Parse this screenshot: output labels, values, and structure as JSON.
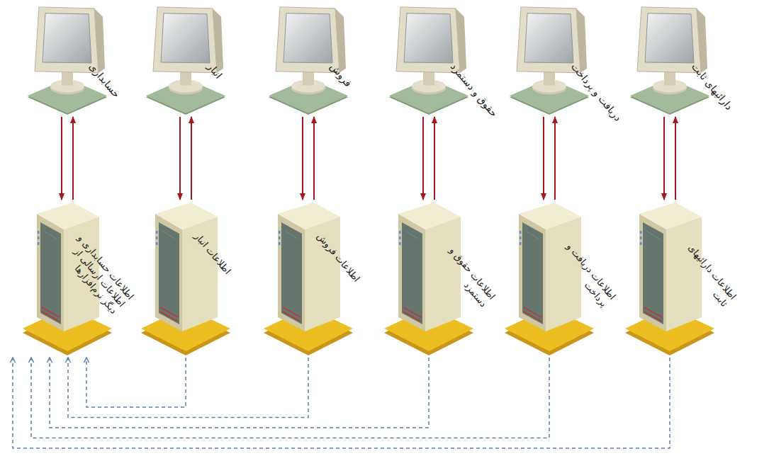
{
  "diagram": {
    "nodes": [
      {
        "text": [
          "دارائیهای ثابت"
        ]
      },
      {
        "text": [
          "دریافت و پرداخت"
        ]
      },
      {
        "text": [
          "حقوق و دستمزد"
        ]
      },
      {
        "text": [
          "فروش"
        ]
      },
      {
        "text": [
          "انبار"
        ]
      },
      {
        "text": [
          "حسابداری"
        ]
      },
      {
        "text": [
          "اطلاعات دارائیهای ثابت"
        ]
      },
      {
        "text": [
          "اطلاعات دریافت و پرداخت"
        ]
      },
      {
        "text": [
          "اطلاعات حقوق و دستمزد"
        ]
      },
      {
        "text": [
          "اطلاعات فروش"
        ]
      },
      {
        "text": [
          "اطلاعات انبار"
        ]
      },
      {
        "text": [
          "اطلاعات حسابداری و اطلاعات ارسالی از دیگر نرم‌افزارها"
        ]
      }
    ],
    "edges": [
      {
        "from": 0,
        "to": 6,
        "arrow": "to"
      },
      {
        "from": 6,
        "to": 0,
        "arrow": "to"
      },
      {
        "from": 1,
        "to": 7,
        "arrow": "to"
      },
      {
        "from": 7,
        "to": 1,
        "arrow": "to"
      },
      {
        "from": 2,
        "to": 8,
        "arrow": "to"
      },
      {
        "from": 8,
        "to": 2,
        "arrow": "to"
      },
      {
        "from": 3,
        "to": 9,
        "arrow": "to"
      },
      {
        "from": 9,
        "to": 3,
        "arrow": "to"
      },
      {
        "from": 4,
        "to": 10,
        "arrow": "to"
      },
      {
        "from": 10,
        "to": 4,
        "arrow": "to"
      },
      {
        "from": 5,
        "to": 11,
        "arrow": "to"
      },
      {
        "from": 11,
        "to": 5,
        "arrow": "to"
      },
      {
        "from": 10,
        "to": 11,
        "arrow": "to"
      },
      {
        "from": 9,
        "to": 11,
        "arrow": "to"
      },
      {
        "from": 8,
        "to": 11,
        "arrow": "to"
      },
      {
        "from": 7,
        "to": 11,
        "arrow": "to"
      },
      {
        "from": 6,
        "to": 11,
        "arrow": "to"
      }
    ]
  }
}
